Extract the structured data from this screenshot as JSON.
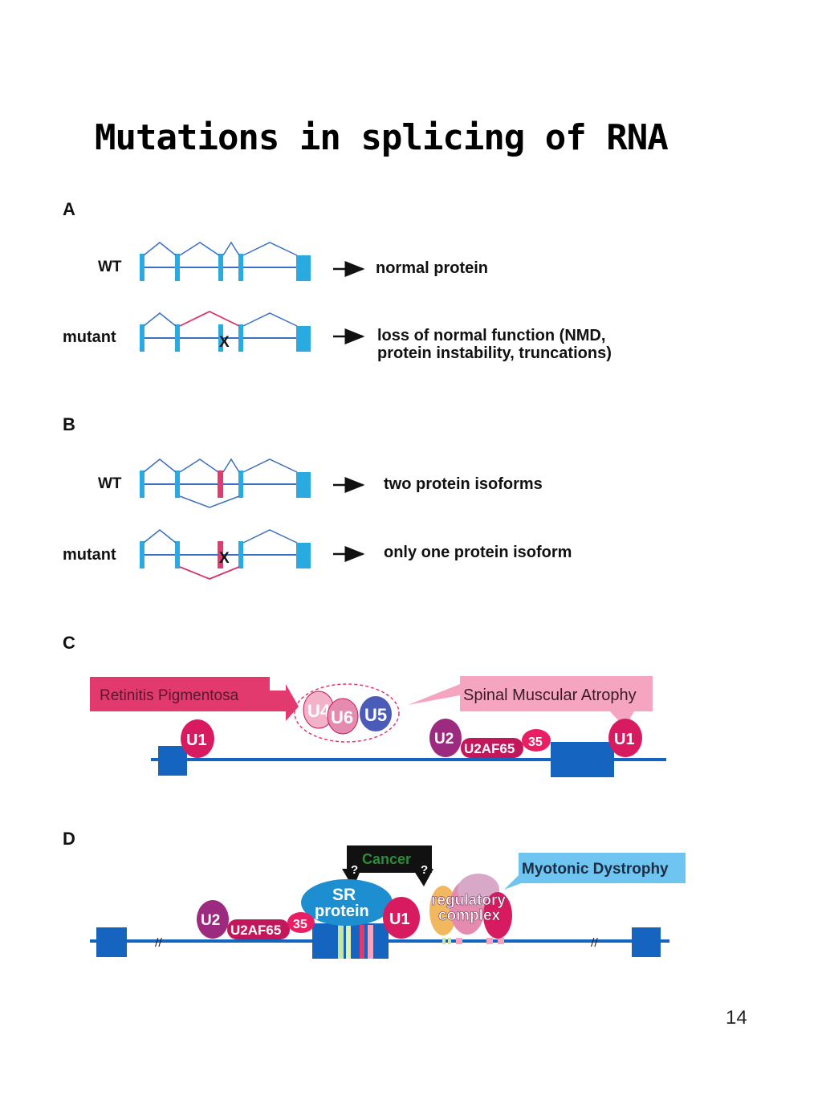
{
  "title": "Mutations in splicing of RNA",
  "page_number": "14",
  "panels": {
    "a": {
      "letter": "A",
      "wt_label": "WT",
      "mutant_label": "mutant",
      "wt_result": "normal protein",
      "mutant_result_line1": "loss of normal function (NMD,",
      "mutant_result_line2": "protein instability, truncations)",
      "mutation_mark": "X"
    },
    "b": {
      "letter": "B",
      "wt_label": "WT",
      "mutant_label": "mutant",
      "wt_result": "two protein isoforms",
      "mutant_result": "only one protein isoform",
      "mutation_mark": "X"
    },
    "c": {
      "letter": "C",
      "disease_left": "Retinitis Pigmentosa",
      "disease_right": "Spinal Muscular Atrophy",
      "snrnp_u4": "U4",
      "snrnp_u6": "U6",
      "snrnp_u5": "U5",
      "u1_left": "U1",
      "u1_right": "U1",
      "u2": "U2",
      "u2af65": "U2AF65",
      "u2af35": "35"
    },
    "d": {
      "letter": "D",
      "cancer": "Cancer",
      "question": "?",
      "myotonic": "Myotonic Dystrophy",
      "sr_line1": "SR",
      "sr_line2": "protein",
      "u1": "U1",
      "u2": "U2",
      "u2af65": "U2AF65",
      "u2af35": "35",
      "reg_line1": "regulatory",
      "reg_line2": "complex"
    }
  },
  "colors": {
    "exon": "#29abe2",
    "exon_dark": "#1565c0",
    "intron_line": "#3a6fc4",
    "mutant_splice": "#d6336c",
    "magenta": "#d81b60",
    "purple": "#9c2a7e",
    "pink_box": "#e23a6e",
    "light_pink_box": "#f6a5c0",
    "sky_box": "#6ec6f0",
    "sr_blue": "#1d8fd1"
  }
}
